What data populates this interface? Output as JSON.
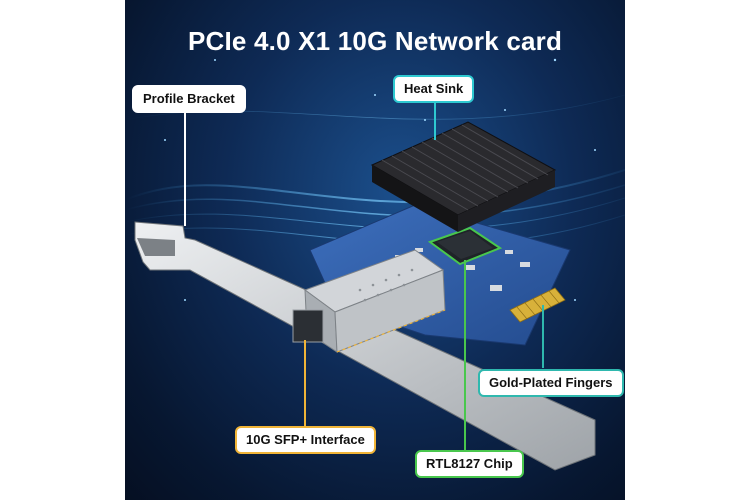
{
  "title": "PCIe 4.0 X1 10G Network card",
  "callouts": {
    "profile_bracket": "Profile Bracket",
    "heat_sink": "Heat Sink",
    "gold_fingers": "Gold-Plated Fingers",
    "sfp_interface": "10G SFP+ Interface",
    "chip": "RTL8127 Chip"
  },
  "colors": {
    "heat_sink_line": "#2ec9d1",
    "gold_fingers_line": "#2fb8ae",
    "sfp_line": "#f0b437",
    "chip_line": "#49c74d",
    "pcb": "#2f5ea6",
    "heatsink": "#1c1c1f",
    "bracket": "#c9ccd0",
    "gold": "#d8b13a"
  }
}
